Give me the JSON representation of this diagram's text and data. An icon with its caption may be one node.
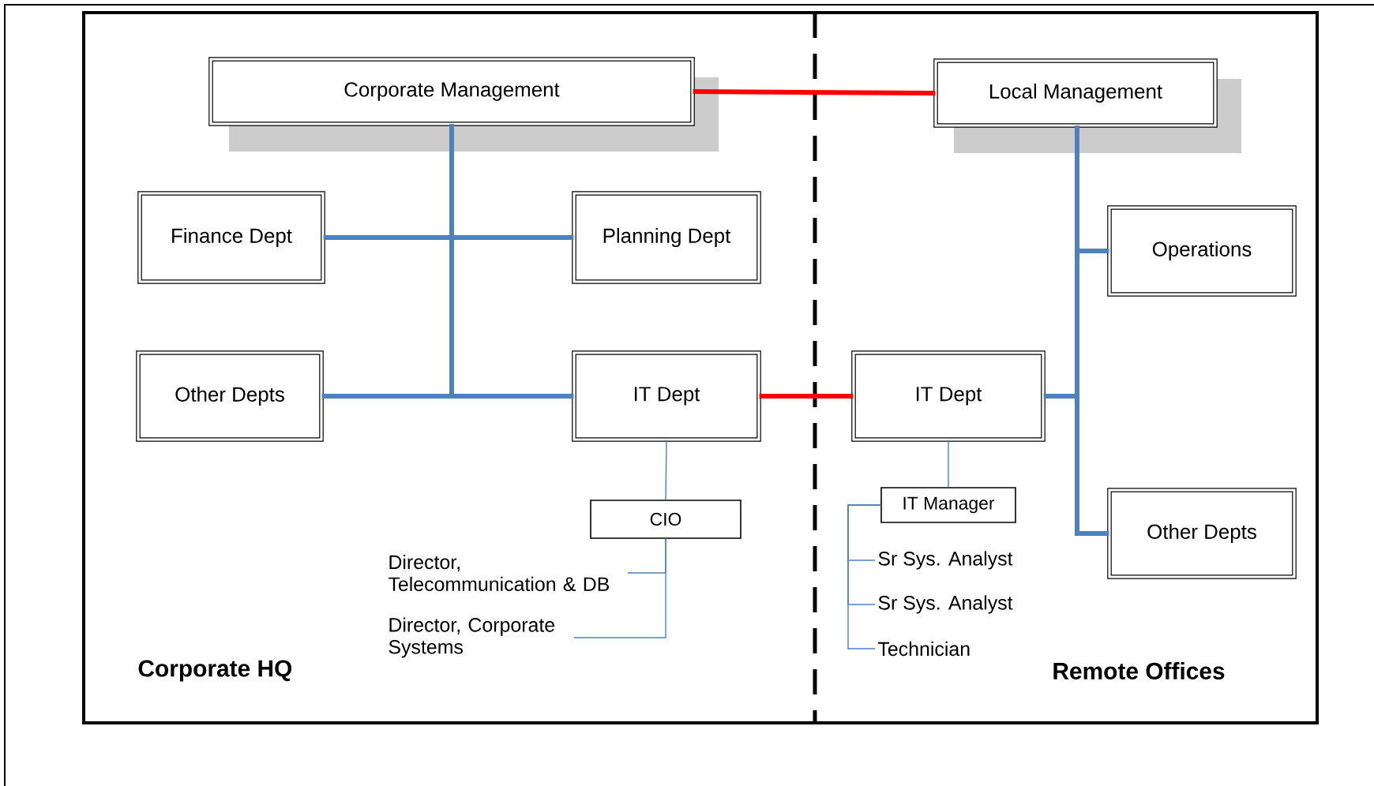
{
  "diagram": {
    "nodes": [
      {
        "text": [
          "Corporate Management"
        ]
      },
      {
        "text": [
          "Local Management"
        ]
      },
      {
        "text": [
          "Finance Dept"
        ]
      },
      {
        "text": [
          "Planning Dept"
        ]
      },
      {
        "text": [
          "Operations"
        ]
      },
      {
        "text": [
          "Other Depts"
        ]
      },
      {
        "text": [
          "IT Dept"
        ]
      },
      {
        "text": [
          "IT Dept"
        ]
      },
      {
        "text": [
          "Other Depts"
        ]
      },
      {
        "text": [
          "CIO"
        ]
      },
      {
        "text": [
          "Director, Telecommunication & DB"
        ]
      },
      {
        "text": [
          "Director, Corporate Systems"
        ]
      },
      {
        "text": [
          "IT Manager"
        ]
      },
      {
        "text": [
          "Sr Sys. Analyst"
        ]
      },
      {
        "text": [
          "Sr Sys. Analyst"
        ]
      },
      {
        "text": [
          "Technician"
        ]
      }
    ],
    "edges": [
      {
        "from": 0,
        "to": 1,
        "arrow": "none",
        "color": "#ff0000"
      },
      {
        "from": 0,
        "to": 2,
        "arrow": "none"
      },
      {
        "from": 0,
        "to": 3,
        "arrow": "none"
      },
      {
        "from": 0,
        "to": 5,
        "arrow": "none"
      },
      {
        "from": 0,
        "to": 6,
        "arrow": "none"
      },
      {
        "from": 1,
        "to": 4,
        "arrow": "none"
      },
      {
        "from": 1,
        "to": 7,
        "arrow": "none"
      },
      {
        "from": 1,
        "to": 8,
        "arrow": "none"
      },
      {
        "from": 6,
        "to": 7,
        "arrow": "none",
        "color": "#ff0000"
      },
      {
        "from": 6,
        "to": 9,
        "arrow": "none"
      },
      {
        "from": 9,
        "to": 10,
        "arrow": "none"
      },
      {
        "from": 9,
        "to": 11,
        "arrow": "none"
      },
      {
        "from": 7,
        "to": 12,
        "arrow": "none"
      },
      {
        "from": 12,
        "to": 13,
        "arrow": "none"
      },
      {
        "from": 12,
        "to": 14,
        "arrow": "none"
      },
      {
        "from": 12,
        "to": 15,
        "arrow": "none"
      }
    ],
    "labels": [
      "Corporate HQ",
      "Remote Offices"
    ]
  }
}
